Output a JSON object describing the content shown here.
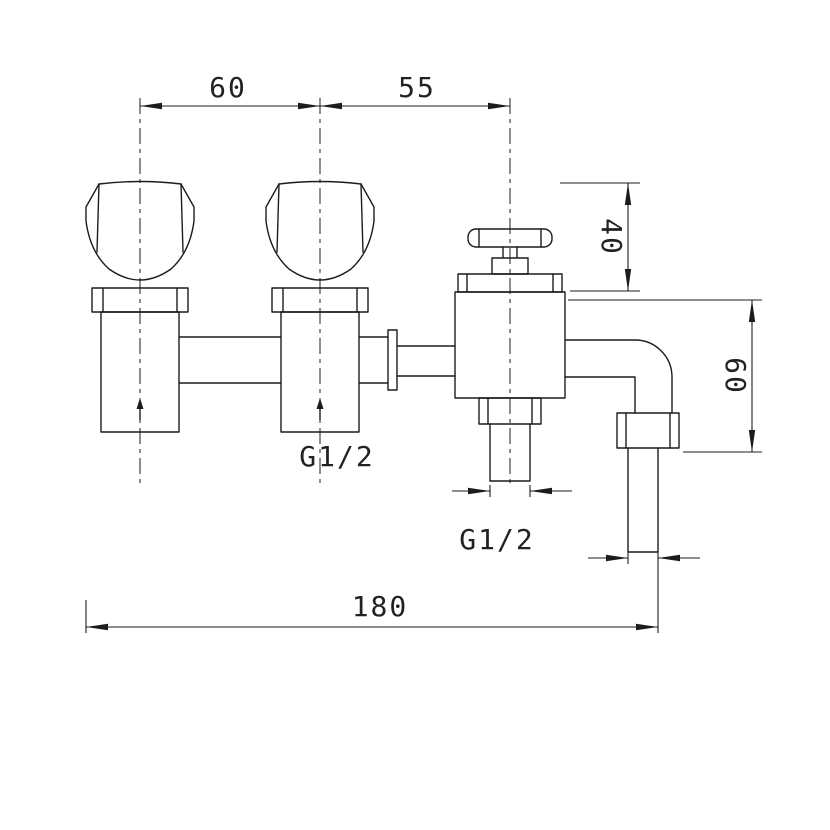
{
  "drawing": {
    "kind": "technical-drawing",
    "colors": {
      "background": "#ffffff",
      "line": "#1c1c1c",
      "text": "#222222"
    },
    "dimensions": {
      "handle_spacing": "60",
      "handle_to_valve": "55",
      "valve_head_height": "40",
      "spout_drop": "60",
      "valve_thread": "G1/2",
      "spout_thread": "G1/2",
      "overall_width": "180"
    }
  }
}
